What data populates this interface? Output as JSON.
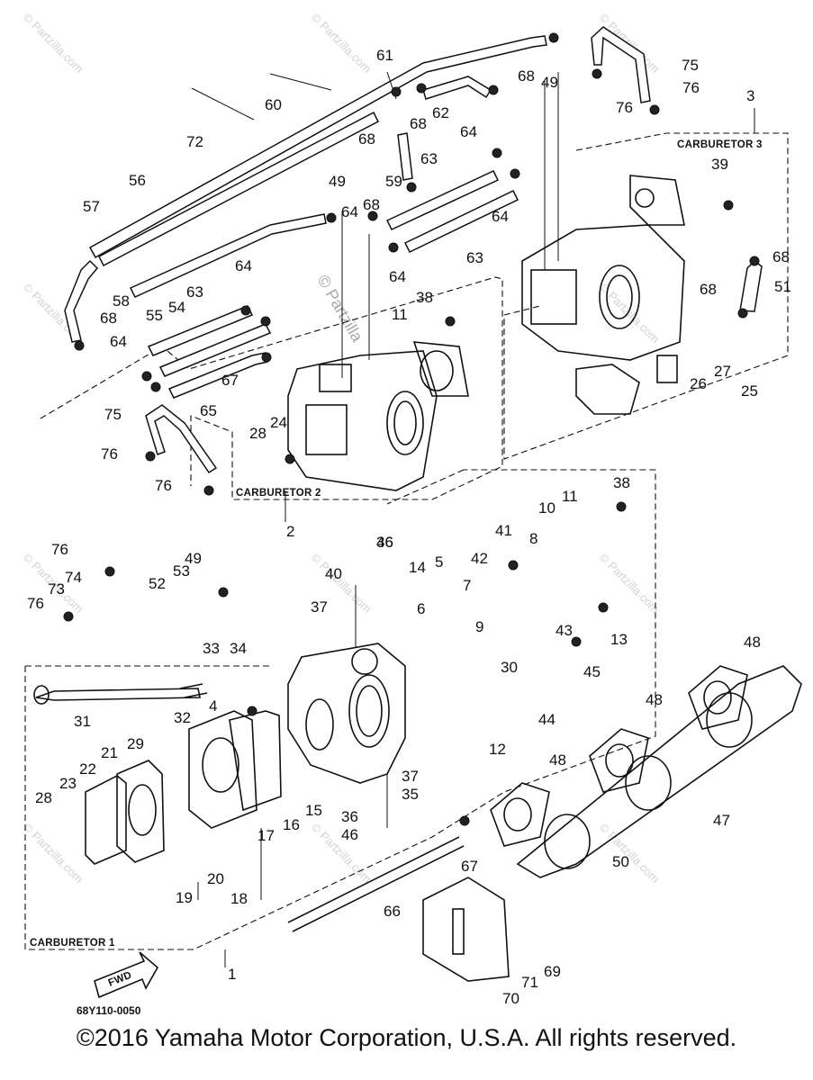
{
  "diagram": {
    "doc_code": "68Y110-0050",
    "watermark": "© Partzilla.com",
    "center_mark": "© Partzilla",
    "fwd_label": "FWD",
    "sections": {
      "carb1": "CARBURETOR 1",
      "carb2": "CARBURETOR 2",
      "carb3": "CARBURETOR 3"
    },
    "callouts": {
      "c1": "1",
      "c2": "2",
      "c3": "3",
      "c4": "4",
      "c5": "5",
      "c6": "6",
      "c7": "7",
      "c8": "8",
      "c9": "9",
      "c10": "10",
      "c11a": "11",
      "c11b": "11",
      "c12": "12",
      "c13": "13",
      "c14": "14",
      "c15": "15",
      "c16": "16",
      "c17": "17",
      "c18": "18",
      "c19": "19",
      "c20": "20",
      "c21": "21",
      "c22": "22",
      "c23": "23",
      "c24": "24",
      "c25": "25",
      "c26": "26",
      "c27": "27",
      "c28a": "28",
      "c28b": "28",
      "c29": "29",
      "c30": "30",
      "c31": "31",
      "c32": "32",
      "c33": "33",
      "c34": "34",
      "c35": "35",
      "c36a": "36",
      "c36b": "36",
      "c37a": "37",
      "c37b": "37",
      "c38a": "38",
      "c38b": "38",
      "c39": "39",
      "c40": "40",
      "c41": "41",
      "c42": "42",
      "c43": "43",
      "c44": "44",
      "c45": "45",
      "c46a": "46",
      "c46b": "46",
      "c47": "47",
      "c48a": "48",
      "c48b": "48",
      "c48c": "48",
      "c49a": "49",
      "c49b": "49",
      "c49c": "49",
      "c50": "50",
      "c51": "51",
      "c52": "52",
      "c53": "53",
      "c54": "54",
      "c55": "55",
      "c56": "56",
      "c57": "57",
      "c58": "58",
      "c59": "59",
      "c60": "60",
      "c61": "61",
      "c62": "62",
      "c63a": "63",
      "c63b": "63",
      "c63c": "63",
      "c64a": "64",
      "c64b": "64",
      "c64c": "64",
      "c64d": "64",
      "c64e": "64",
      "c64f": "64",
      "c65": "65",
      "c66": "66",
      "c67a": "67",
      "c67b": "67",
      "c68a": "68",
      "c68b": "68",
      "c68c": "68",
      "c68d": "68",
      "c68e": "68",
      "c68f": "68",
      "c68g": "68",
      "c69": "69",
      "c70": "70",
      "c71": "71",
      "c72": "72",
      "c73": "73",
      "c74": "74",
      "c75a": "75",
      "c75b": "75",
      "c76a": "76",
      "c76b": "76",
      "c76c": "76",
      "c76d": "76",
      "c76e": "76",
      "c76f": "76"
    }
  },
  "footer": {
    "copyright": "©2016 Yamaha Motor Corporation, U.S.A. All rights reserved."
  }
}
